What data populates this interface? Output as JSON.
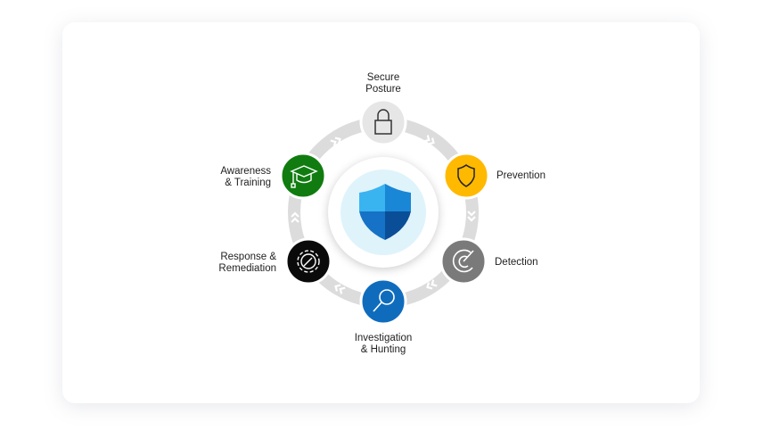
{
  "center": {
    "icon": "shield-icon"
  },
  "nodes": [
    {
      "id": "secure-posture",
      "label_line1": "Secure",
      "label_line2": "Posture",
      "color": "#e6e6e6",
      "icon": "lock-icon"
    },
    {
      "id": "prevention",
      "label_line1": "Prevention",
      "label_line2": "",
      "color": "#ffb900",
      "icon": "shield-outline-icon"
    },
    {
      "id": "detection",
      "label_line1": "Detection",
      "label_line2": "",
      "color": "#7a7a7a",
      "icon": "radar-icon"
    },
    {
      "id": "investigation-hunting",
      "label_line1": "Investigation",
      "label_line2": "& Hunting",
      "color": "#0f6cbd",
      "icon": "magnifier-icon"
    },
    {
      "id": "response-remediation",
      "label_line1": "Response &",
      "label_line2": "Remediation",
      "color": "#0a0a0a",
      "icon": "gear-wrench-icon"
    },
    {
      "id": "awareness-training",
      "label_line1": "Awareness",
      "label_line2": "& Training",
      "color": "#107c10",
      "icon": "graduation-cap-icon"
    }
  ]
}
